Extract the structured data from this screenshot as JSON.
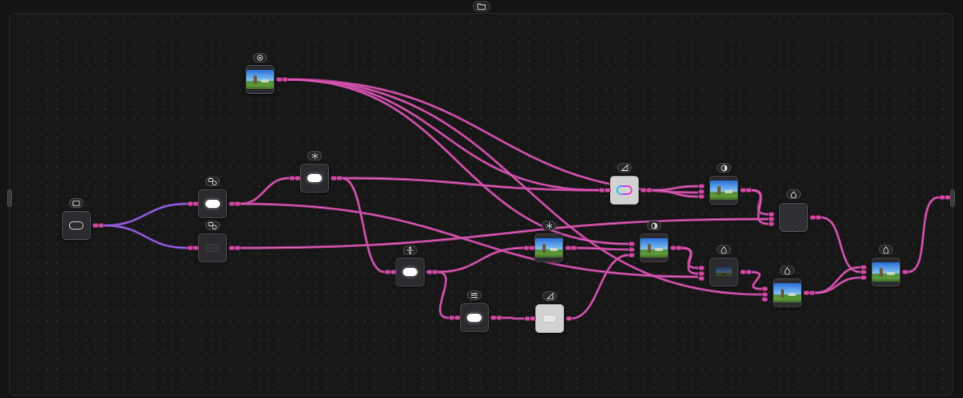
{
  "toolbar": {
    "open_icon": "folder-icon"
  },
  "colors": {
    "wire": "#c0409a",
    "wire_highlight": "#ef7fd0",
    "wire_purple": "#7a45c8",
    "port": "#d14aa0"
  },
  "nodes": [
    {
      "id": "input-source",
      "icon": "rectangle-icon",
      "preview": "pill-outline"
    },
    {
      "id": "shape-a",
      "icon": "shapes-icon",
      "preview": "pill-white"
    },
    {
      "id": "shape-b",
      "icon": "shapes-icon",
      "preview": "pill-dim"
    },
    {
      "id": "image-source",
      "icon": "target-icon",
      "preview": "image"
    },
    {
      "id": "blur-a",
      "icon": "snowflake-icon",
      "preview": "pill-white"
    },
    {
      "id": "transform",
      "icon": "move-icon",
      "preview": "pill-white"
    },
    {
      "id": "adjust",
      "icon": "sliders-icon",
      "preview": "pill-white"
    },
    {
      "id": "gradient-a",
      "icon": "triangle-ruler-icon",
      "preview": "pill-gradient"
    },
    {
      "id": "gradient-b",
      "icon": "triangle-ruler-icon",
      "preview": "pill-ghost"
    },
    {
      "id": "blur-b",
      "icon": "snowflake-icon",
      "preview": "image"
    },
    {
      "id": "blend-a",
      "icon": "half-circle-icon",
      "preview": "image"
    },
    {
      "id": "blend-b",
      "icon": "half-circle-icon",
      "preview": "image"
    },
    {
      "id": "mask-a",
      "icon": "drop-icon",
      "preview": "checker"
    },
    {
      "id": "mask-b",
      "icon": "drop-icon",
      "preview": "image-dark"
    },
    {
      "id": "mask-c",
      "icon": "drop-icon",
      "preview": "image"
    },
    {
      "id": "output",
      "icon": "drop-icon",
      "preview": "image"
    }
  ]
}
